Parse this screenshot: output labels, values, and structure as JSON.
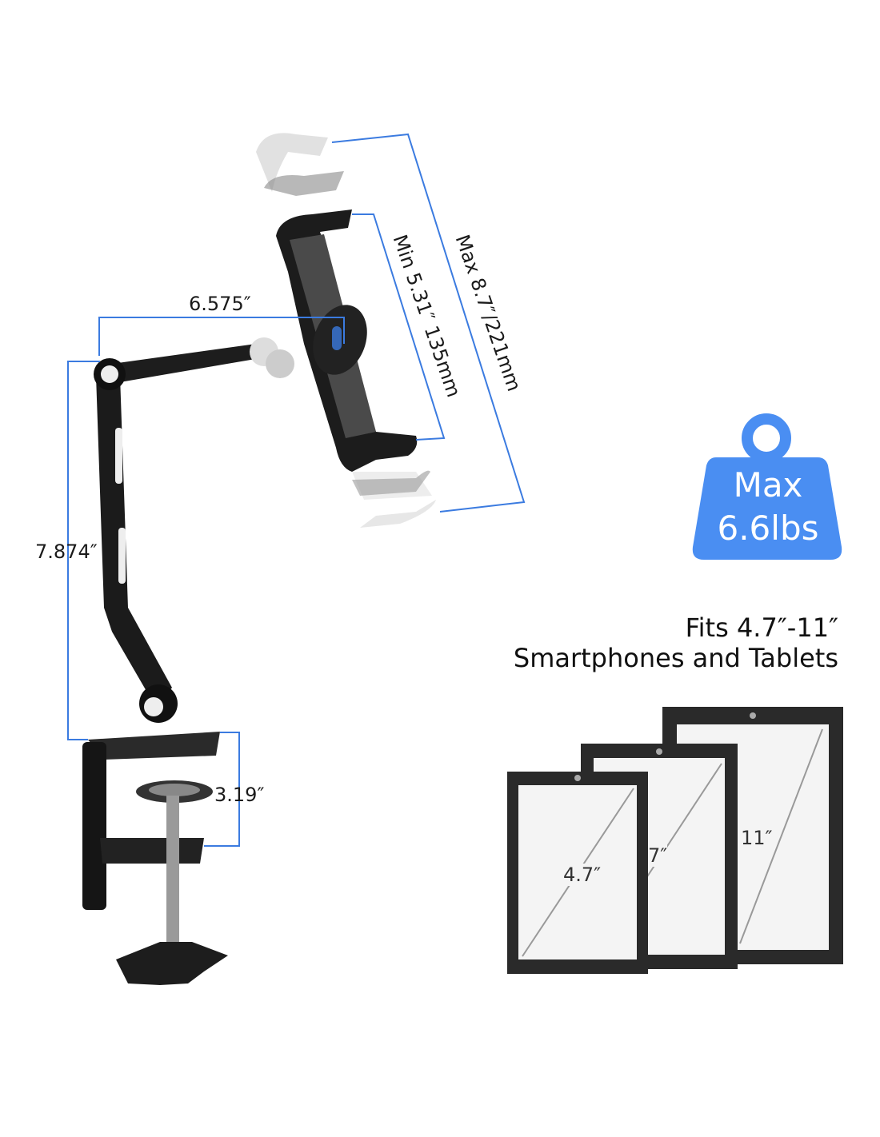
{
  "dimensions": {
    "arm_width": "6.575″",
    "arm_height": "7.874″",
    "clamp_opening": "3.19″",
    "holder_min": "Min 5.31″ 135mm",
    "holder_max": "Max 8.7″/221mm"
  },
  "weight_badge": {
    "line1": "Max",
    "line2": "6.6lbs",
    "color": "#4a8ef2"
  },
  "fits": {
    "line1": "Fits 4.7″-11″",
    "line2": "Smartphones and Tablets"
  },
  "devices": [
    {
      "label": "11″"
    },
    {
      "label": "7″"
    },
    {
      "label": "4.7″"
    }
  ],
  "colors": {
    "dimension_line": "#3b7be0",
    "frame": "#2a2a2a",
    "screen": "#f4f4f4"
  }
}
